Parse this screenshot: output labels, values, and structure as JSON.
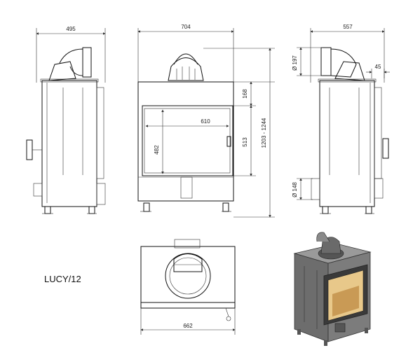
{
  "model": "LUCY/12",
  "dimensions": {
    "side_left_depth": "495",
    "front_width": "704",
    "side_right_depth": "557",
    "top_height": "168",
    "window_width": "610",
    "window_height": "482",
    "frame_height": "513",
    "total_height": "1203 - 1244",
    "flue_diameter": "Ø 197",
    "flue_offset": "45",
    "air_inlet_diameter": "Ø 148",
    "plan_width": "662"
  },
  "colors": {
    "line": "#111111",
    "glass": "#e8c88a",
    "body": "#6d6d6d"
  }
}
